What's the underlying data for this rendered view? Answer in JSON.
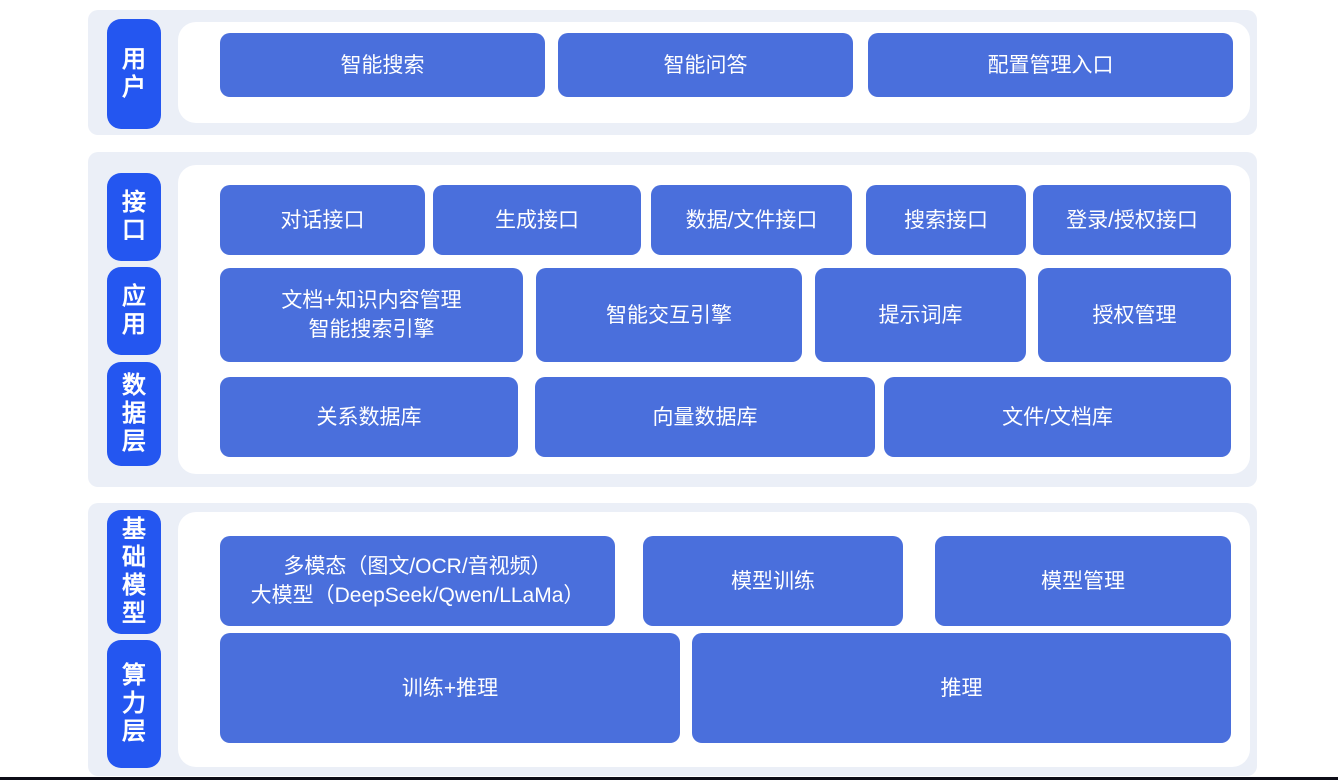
{
  "colors": {
    "page_bg": "#ffffff",
    "band_bg": "#ebeff7",
    "panel_bg": "#ffffff",
    "pill_bg": "#2456f0",
    "box_bg": "#4a6fdc",
    "box_text": "#ffffff",
    "bottom_line": "#0d0d17"
  },
  "sections": [
    {
      "pills": [
        {
          "label": "用户"
        }
      ],
      "rows": [
        {
          "boxes": [
            {
              "label": "智能搜索"
            },
            {
              "label": "智能问答"
            },
            {
              "label": "配置管理入口"
            }
          ]
        }
      ]
    },
    {
      "pills": [
        {
          "label": "接口"
        },
        {
          "label": "应用"
        },
        {
          "label": "数据层"
        }
      ],
      "rows": [
        {
          "boxes": [
            {
              "label": "对话接口"
            },
            {
              "label": "生成接口"
            },
            {
              "label": "数据/文件接口"
            },
            {
              "label": "搜索接口"
            },
            {
              "label": "登录/授权接口"
            }
          ]
        },
        {
          "boxes": [
            {
              "label": "文档+知识内容管理\n智能搜索引擎"
            },
            {
              "label": "智能交互引擎"
            },
            {
              "label": "提示词库"
            },
            {
              "label": "授权管理"
            }
          ]
        },
        {
          "boxes": [
            {
              "label": "关系数据库"
            },
            {
              "label": "向量数据库"
            },
            {
              "label": "文件/文档库"
            }
          ]
        }
      ]
    },
    {
      "pills": [
        {
          "label": "基础模型"
        },
        {
          "label": "算力层"
        }
      ],
      "rows": [
        {
          "boxes": [
            {
              "label": "多模态（图文/OCR/音视频）\n大模型（DeepSeek/Qwen/LLaMa）"
            },
            {
              "label": "模型训练"
            },
            {
              "label": "模型管理"
            }
          ]
        },
        {
          "boxes": [
            {
              "label": "训练+推理"
            },
            {
              "label": "推理"
            }
          ]
        }
      ]
    }
  ]
}
